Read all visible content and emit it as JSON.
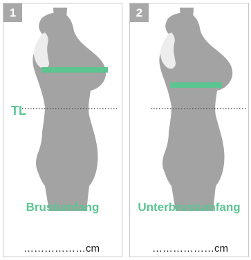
{
  "panels": [
    {
      "number": "1",
      "label": "Brustumfang",
      "waist_label": "TL",
      "blank": "………………cm"
    },
    {
      "number": "2",
      "label": "Unterbrustumfang",
      "blank": "………………cm"
    }
  ],
  "colors": {
    "accent": "#5cc592",
    "figure": "#a3a3a3",
    "badge": "#a8a8a8"
  }
}
